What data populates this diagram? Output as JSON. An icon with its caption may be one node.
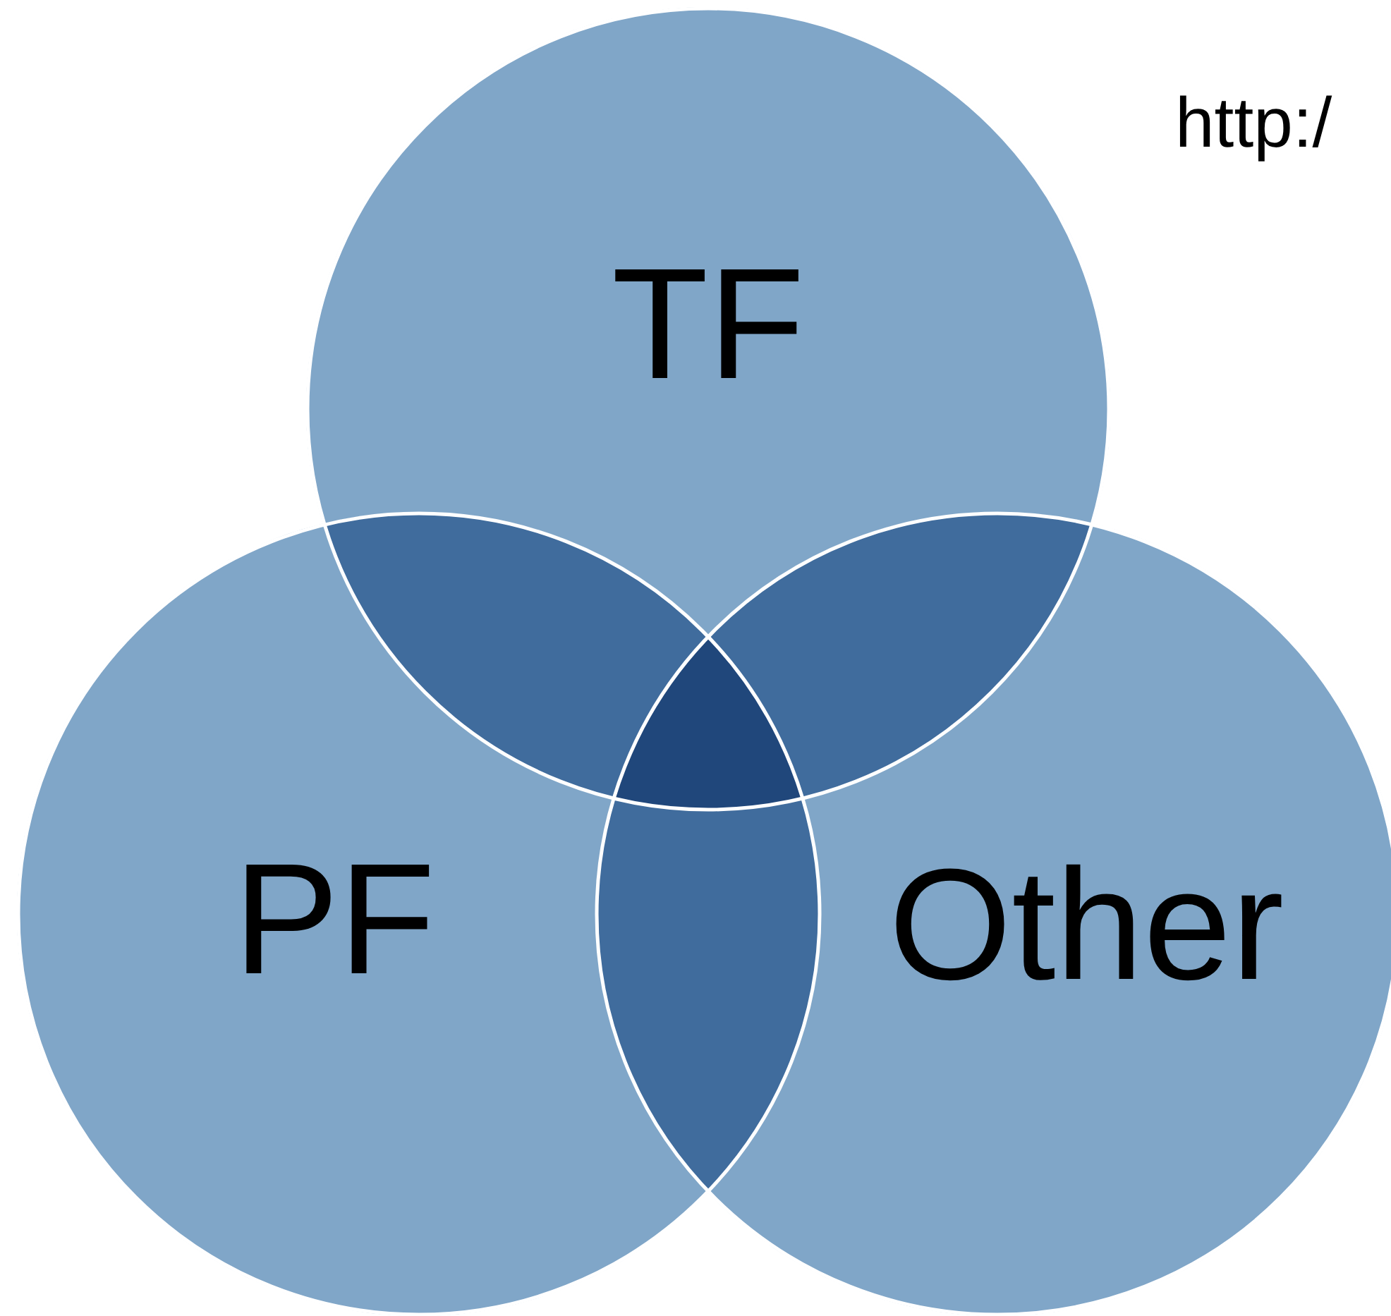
{
  "diagram": {
    "nodes": [
      {
        "text": [
          "TF"
        ]
      },
      {
        "text": [
          "PF"
        ]
      },
      {
        "text": [
          "Other"
        ]
      }
    ],
    "labels": [
      "http:/"
    ]
  }
}
